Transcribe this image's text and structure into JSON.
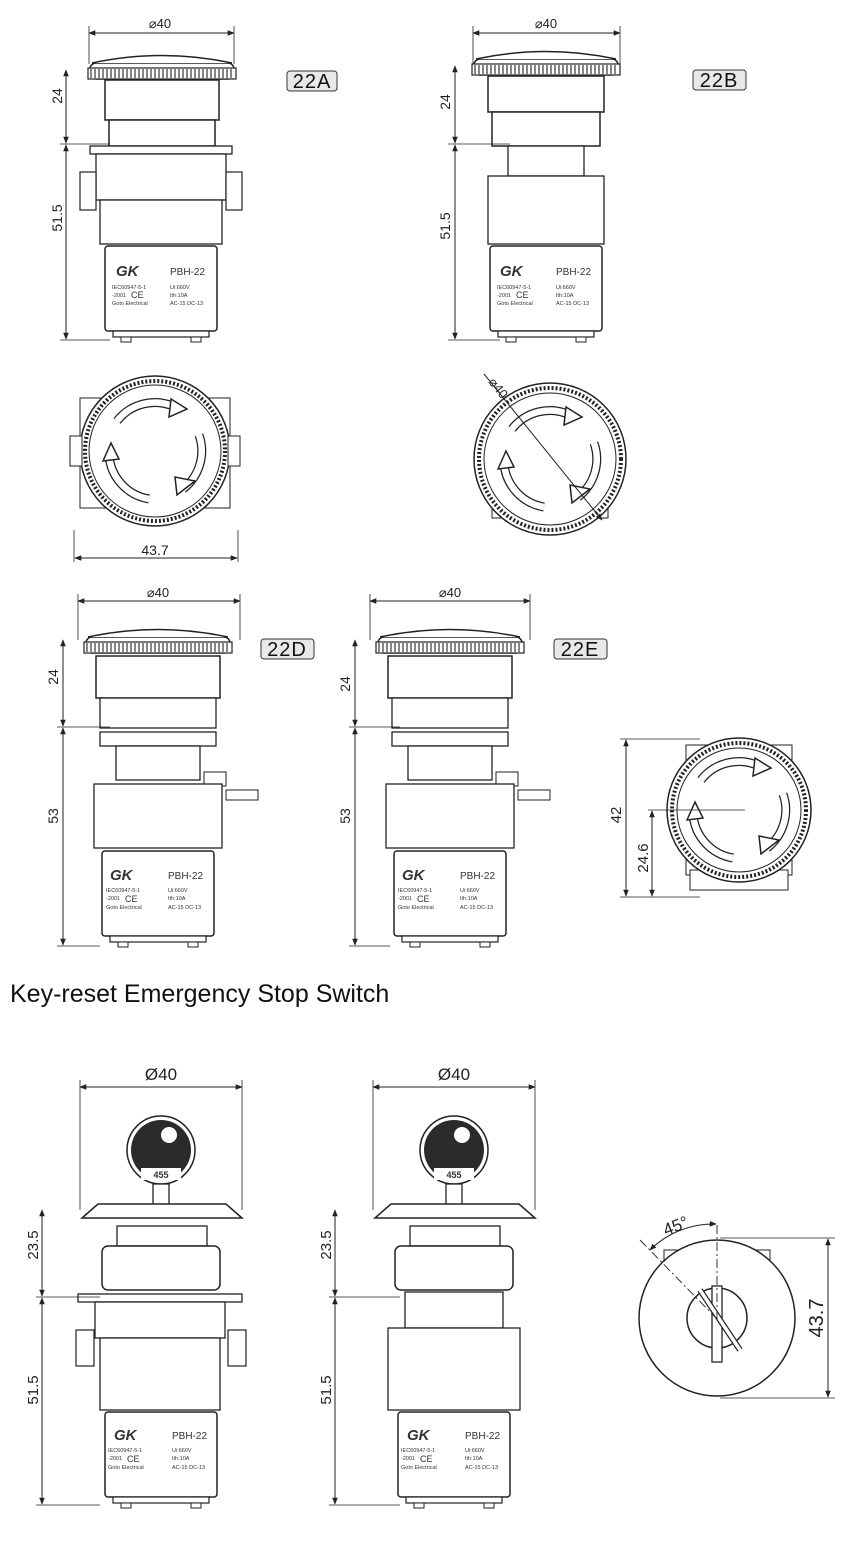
{
  "section_title": "Key-reset Emergency Stop Switch",
  "tags": {
    "a": "22A",
    "b": "22B",
    "d": "22D",
    "e": "22E"
  },
  "label": {
    "brand": "GK",
    "model": "PBH-22",
    "standard": "IEC60947-5-1",
    "year": "-2001",
    "ce": "CE",
    "maker": "Goto Electrical",
    "ui": "Ui:660V",
    "ith": "Ith:10A",
    "ac_dc": "AC-15  DC-13"
  },
  "key_number": "455",
  "dims": {
    "a_diameter": "⌀40",
    "a_height_top": "24",
    "a_height_body": "51.5",
    "b_diameter": "⌀40",
    "b_height_top": "24",
    "b_height_body": "51.5",
    "a_top_width": "43.7",
    "b_top_diameter": "⌀40",
    "d_diameter": "⌀40",
    "d_height_top": "24",
    "d_height_body": "53",
    "e_diameter": "⌀40",
    "e_height_top": "24",
    "e_height_body": "53",
    "side_42": "42",
    "side_246": "24.6",
    "k1_diameter": "Ø40",
    "k1_height_top": "23.5",
    "k1_height_body": "51.5",
    "k2_diameter": "Ø40",
    "k2_height_top": "23.5",
    "k2_height_body": "51.5",
    "k_angle": "45°",
    "k_height": "43.7"
  }
}
